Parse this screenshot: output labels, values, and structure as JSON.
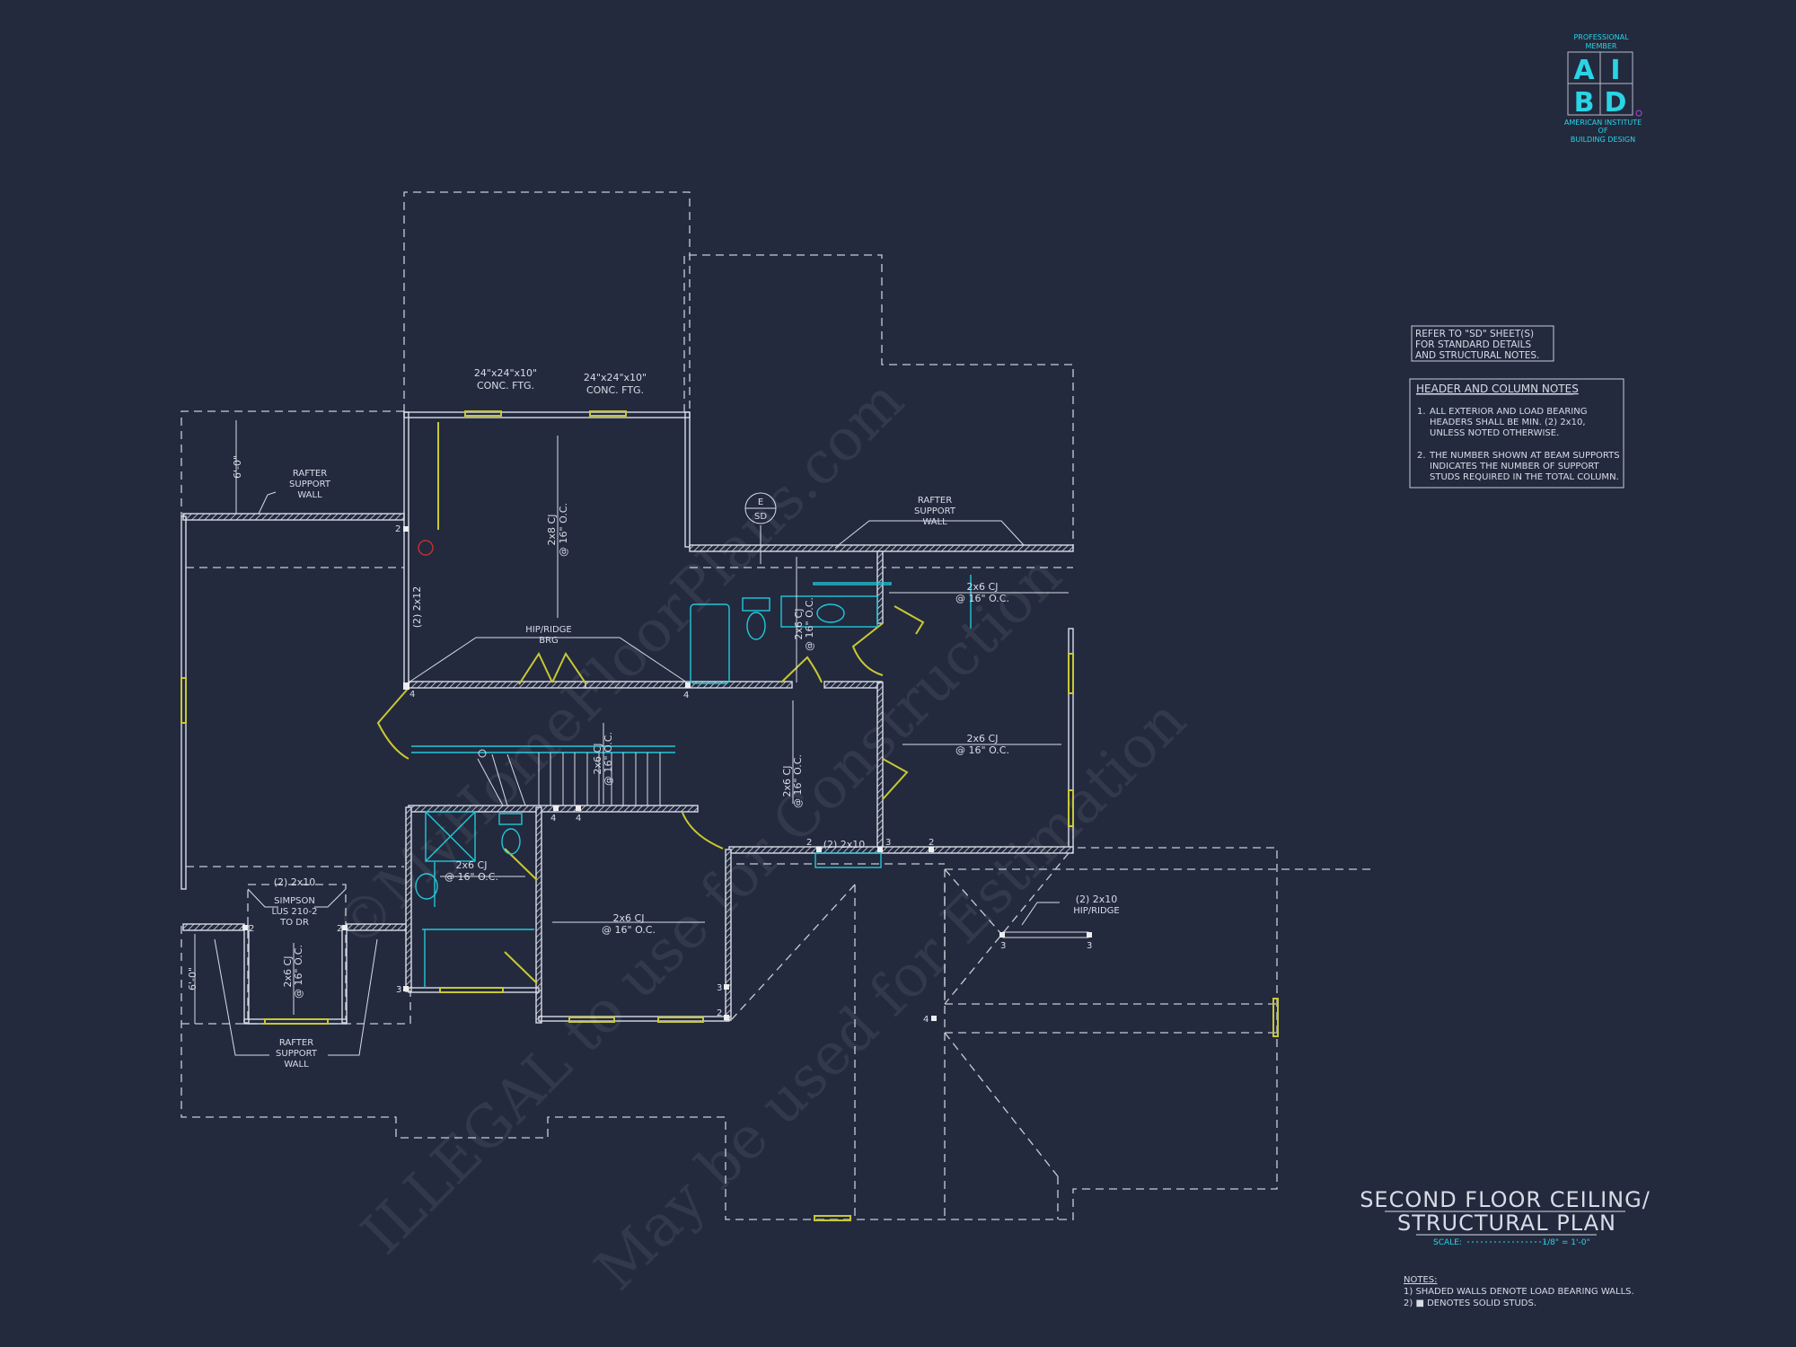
{
  "colors": {
    "background": "#232a3e",
    "line": "#d9dce6",
    "window_door": "#c9c832",
    "fixture": "#22c8d8",
    "logo": "#2ad4e4",
    "marker": "#c03030"
  },
  "logo": {
    "top": "PROFESSIONAL",
    "top2": "MEMBER",
    "letters": [
      "A",
      "I",
      "B",
      "D"
    ],
    "bottom1": "AMERICAN INSTITUTE",
    "bottom2": "OF",
    "bottom3": "BUILDING DESIGN"
  },
  "refer_note": [
    "REFER TO \"SD\" SHEET(S)",
    "FOR STANDARD DETAILS",
    "AND STRUCTURAL NOTES."
  ],
  "header_notes": {
    "title": "HEADER AND COLUMN NOTES",
    "items": [
      [
        "1.",
        "ALL EXTERIOR AND LOAD BEARING",
        "HEADERS SHALL BE MIN. (2) 2x10,",
        "UNLESS NOTED OTHERWISE."
      ],
      [
        "2.",
        "THE NUMBER SHOWN AT BEAM SUPPORTS",
        "INDICATES THE NUMBER OF SUPPORT",
        "STUDS REQUIRED IN THE TOTAL COLUMN."
      ]
    ]
  },
  "title": {
    "line1": "SECOND FLOOR CEILING/",
    "line2": "STRUCTURAL PLAN",
    "scale_label": "SCALE:",
    "scale_value": "1/8\" = 1'-0\""
  },
  "notes": {
    "title": "NOTES:",
    "items": [
      "1) SHADED WALLS DENOTE LOAD BEARING WALLS.",
      "2) ■ DENOTES SOLID STUDS."
    ]
  },
  "plan": {
    "ftg1": [
      "24\"x24\"x10\"",
      "CONC. FTG."
    ],
    "ftg2": [
      "24\"x24\"x10\"",
      "CONC. FTG."
    ],
    "dim_top": "6'-0\"",
    "dim_bottom": "6'-0\"",
    "rafter_wall": [
      "RAFTER",
      "SUPPORT",
      "WALL"
    ],
    "cj_2x8": [
      "2x8 CJ",
      "@ 16\" O.C."
    ],
    "cj_2x6": [
      "2x6 CJ",
      "@ 16\" O.C."
    ],
    "beam_2x12": "(2) 2x12",
    "beam_2x10": "(2) 2x10",
    "hip_ridge_brg": [
      "HIP/RIDGE",
      "BRG"
    ],
    "hip_ridge": [
      "(2) 2x10",
      "HIP/RIDGE"
    ],
    "simpson": [
      "SIMPSON",
      "LUS 210-2",
      "TO DR"
    ],
    "section_marker": {
      "top": "E",
      "bottom": "SD"
    },
    "stud_counts": [
      "2",
      "4",
      "4",
      "4",
      "4",
      "2",
      "2",
      "3",
      "3",
      "2",
      "2",
      "3",
      "2",
      "3",
      "3",
      "4"
    ]
  },
  "watermark": [
    "©MyHomeFloorPlans.com",
    "ILLEGAL to use for Construction",
    "May be used for Estimation"
  ]
}
